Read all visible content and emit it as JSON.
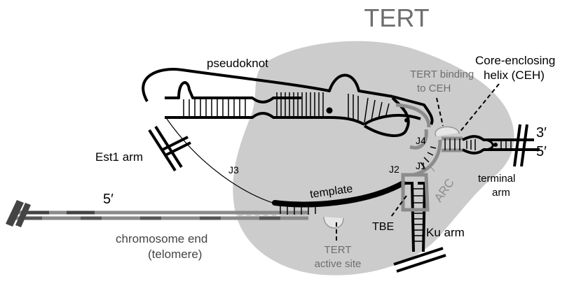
{
  "title": "TERT",
  "labels": {
    "pseudoknot": "pseudoknot",
    "tert_binding_line1": "TERT binding",
    "tert_binding_line2": "to CEH",
    "ceh_line1": "Core-enclosing",
    "ceh_line2": "helix (CEH)",
    "three_prime": "3′",
    "five_prime_right": "5′",
    "five_prime_left": "5′",
    "est1_arm": "Est1 arm",
    "j3": "J3",
    "j4": "J4",
    "j2": "J2",
    "j1": "J1",
    "arc": "ARC",
    "template": "template",
    "terminal_line1": "terminal",
    "terminal_line2": "arm",
    "chromosome_line1": "chromosome end",
    "chromosome_line2": "(telomere)",
    "tbe": "TBE",
    "ku_arm": "Ku arm",
    "active_site_line1": "TERT",
    "active_site_line2": "active site"
  },
  "colors": {
    "tert_blob": "#cccccc",
    "rna": "#000000",
    "tert_text": "#6e6e6e",
    "tert_region_gray": "#8c8c8c",
    "dna_gray": "#8a8a8a",
    "dna_dark": "#444444"
  }
}
